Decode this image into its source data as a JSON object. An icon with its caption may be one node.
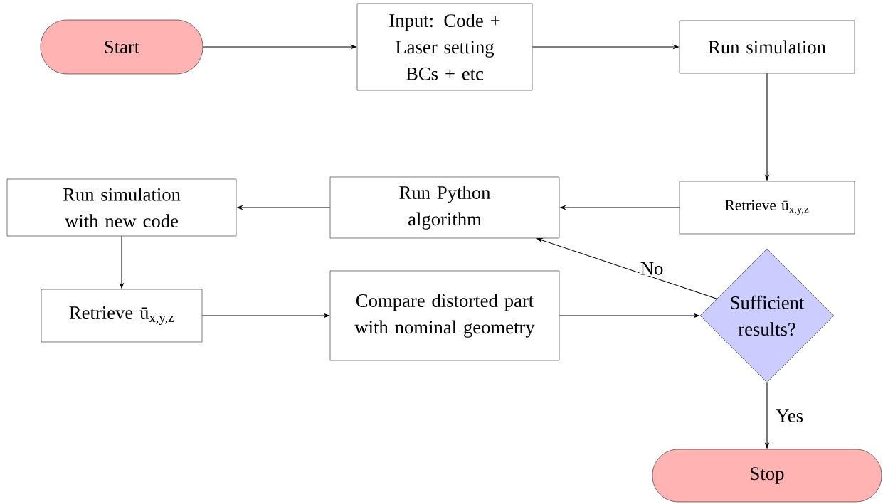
{
  "diagram": {
    "nodes": [
      {
        "text": [
          "Start"
        ]
      },
      {
        "text": [
          "Input: Code + Laser setting BCs + etc"
        ]
      },
      {
        "text": [
          "Run simulation"
        ]
      },
      {
        "text": [
          "Retrieve ū$_{x,y,z}$"
        ]
      },
      {
        "text": [
          "Run Python algorithm"
        ]
      },
      {
        "text": [
          "Run simulation with new code"
        ]
      },
      {
        "text": [
          "Retrieve ū$_{x,y,z}$"
        ]
      },
      {
        "text": [
          "Compare distorted part with nominal geometry"
        ]
      },
      {
        "text": [
          "Sufficient results?"
        ]
      },
      {
        "text": [
          "Stop"
        ]
      }
    ],
    "edges": [
      {
        "from": 0,
        "to": 1,
        "arrow": "to"
      },
      {
        "from": 1,
        "to": 2,
        "arrow": "to"
      },
      {
        "from": 2,
        "to": 3,
        "arrow": "to"
      },
      {
        "from": 3,
        "to": 4,
        "arrow": "to"
      },
      {
        "from": 4,
        "to": 5,
        "arrow": "to"
      },
      {
        "from": 5,
        "to": 6,
        "arrow": "to"
      },
      {
        "from": 6,
        "to": 7,
        "arrow": "to"
      },
      {
        "from": 7,
        "to": 8,
        "arrow": "to"
      },
      {
        "from": 8,
        "to": 4,
        "arrow": "to",
        "label": "No"
      },
      {
        "from": 8,
        "to": 9,
        "arrow": "to",
        "label": "Yes"
      }
    ]
  }
}
